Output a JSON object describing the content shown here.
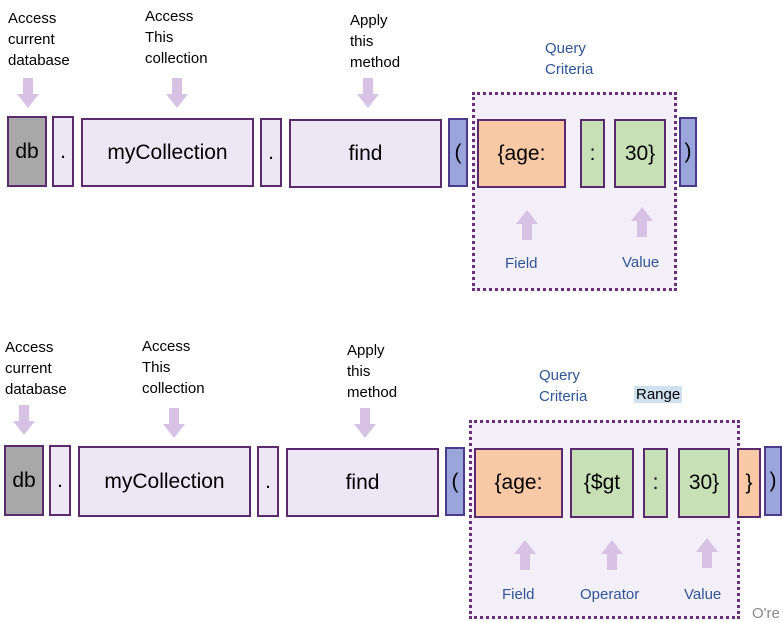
{
  "top": {
    "labels": {
      "db_note": "Access\ncurrent\ndatabase",
      "collection_note": "Access\nThis\ncollection",
      "method_note": "Apply\nthis\nmethod",
      "criteria_note": "Query\nCriteria",
      "field": "Field",
      "value": "Value"
    },
    "tokens": {
      "db": "db",
      "dot1": ".",
      "collection": "myCollection",
      "dot2": ".",
      "method": "find",
      "open_paren": "(",
      "field": "{age:",
      "colon": ":",
      "value": "30}",
      "close_paren": ")"
    }
  },
  "bottom": {
    "labels": {
      "db_note": "Access\ncurrent\ndatabase",
      "collection_note": "Access\nThis\ncollection",
      "method_note": "Apply\nthis\nmethod",
      "criteria_note": "Query\nCriteria",
      "range": "Range",
      "field": "Field",
      "operator": "Operator",
      "value": "Value"
    },
    "tokens": {
      "db": "db",
      "dot1": ".",
      "collection": "myCollection",
      "dot2": ".",
      "method": "find",
      "open_paren": "(",
      "field": "{age:",
      "operator": "{$gt",
      "colon": ":",
      "value": "30}",
      "close_brace": "}",
      "close_paren": ")"
    }
  },
  "corner_text": "O're",
  "colors": {
    "db_box": "#a8a8a8",
    "token_box": "#ece6f5",
    "paren_box": "#9aa5dc",
    "field_box": "#f8c9a4",
    "value_box": "#c7e0b5",
    "border": "#5b2a6e",
    "arrow": "#d7c2e6",
    "note_blue": "#2f5597"
  }
}
